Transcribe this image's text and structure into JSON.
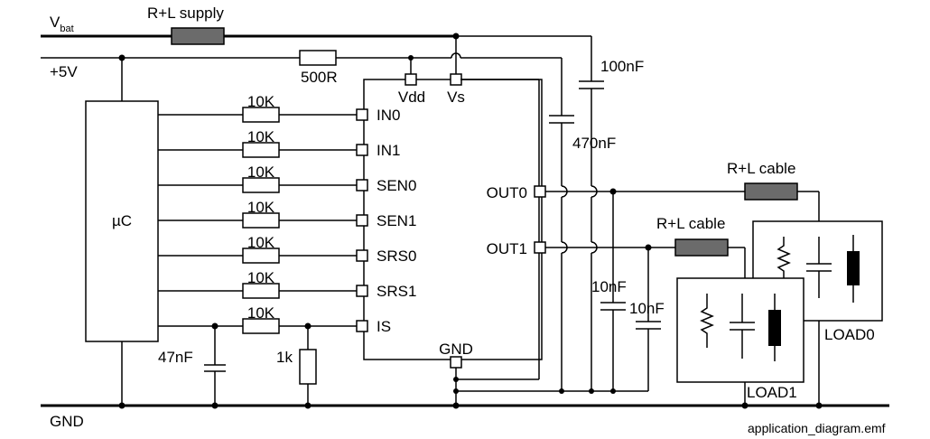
{
  "diagram": {
    "rails": {
      "vbat_main": "V",
      "vbat_sub": "bat",
      "v5": "+5V",
      "gnd": "GND"
    },
    "supply_label": "R+L supply",
    "r500_label": "500R",
    "mcu_label": "µC",
    "c100_label": "100nF",
    "c470_label": "470nF",
    "c47_label": "47nF",
    "r1k_label": "1k",
    "c10a_label": "10nF",
    "c10b_label": "10nF",
    "chip_top_pins": [
      "Vdd",
      "Vs"
    ],
    "chip_pin_gnd": "GND",
    "input_pins": [
      "IN0",
      "IN1",
      "SEN0",
      "SEN1",
      "SRS0",
      "SRS1",
      "IS"
    ],
    "input_resistors": [
      "10K",
      "10K",
      "10K",
      "10K",
      "10K",
      "10K",
      "10K"
    ],
    "output_pins": [
      "OUT0",
      "OUT1"
    ],
    "cable0_label": "R+L cable",
    "cable1_label": "R+L cable",
    "load0_label": "LOAD0",
    "load1_label": "LOAD1",
    "caption": "application_diagram.emf"
  }
}
